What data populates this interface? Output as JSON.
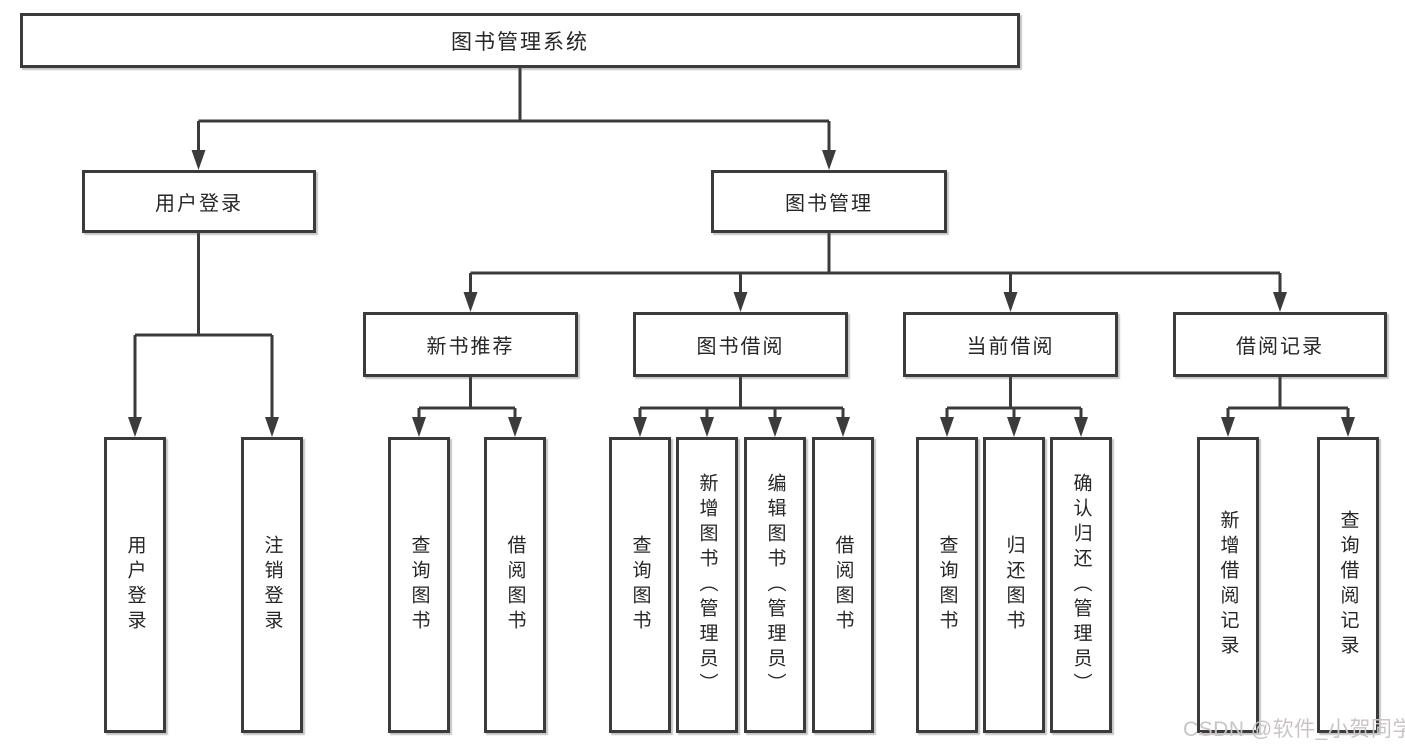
{
  "tree": {
    "label": "图书管理系统",
    "children": [
      {
        "label": "用户登录",
        "children": [
          {
            "label": "用户登录"
          },
          {
            "label": "注销登录"
          }
        ]
      },
      {
        "label": "图书管理",
        "children": [
          {
            "label": "新书推荐",
            "children": [
              {
                "label": "查询图书"
              },
              {
                "label": "借阅图书"
              }
            ]
          },
          {
            "label": "图书借阅",
            "children": [
              {
                "label": "查询图书"
              },
              {
                "label": "新增图书（管理员）"
              },
              {
                "label": "编辑图书（管理员）"
              },
              {
                "label": "借阅图书"
              }
            ]
          },
          {
            "label": "当前借阅",
            "children": [
              {
                "label": "查询图书"
              },
              {
                "label": "归还图书"
              },
              {
                "label": "确认归还（管理员）"
              }
            ]
          },
          {
            "label": "借阅记录",
            "children": [
              {
                "label": "新增借阅记录"
              },
              {
                "label": "查询借阅记录"
              }
            ]
          }
        ]
      }
    ]
  },
  "watermark": {
    "text": "CSDN @软件_小贺同学"
  },
  "colors": {
    "line": "#3b3b3b",
    "text": "#262626",
    "watermark": "#c9c5c5",
    "background": "#ffffff"
  }
}
